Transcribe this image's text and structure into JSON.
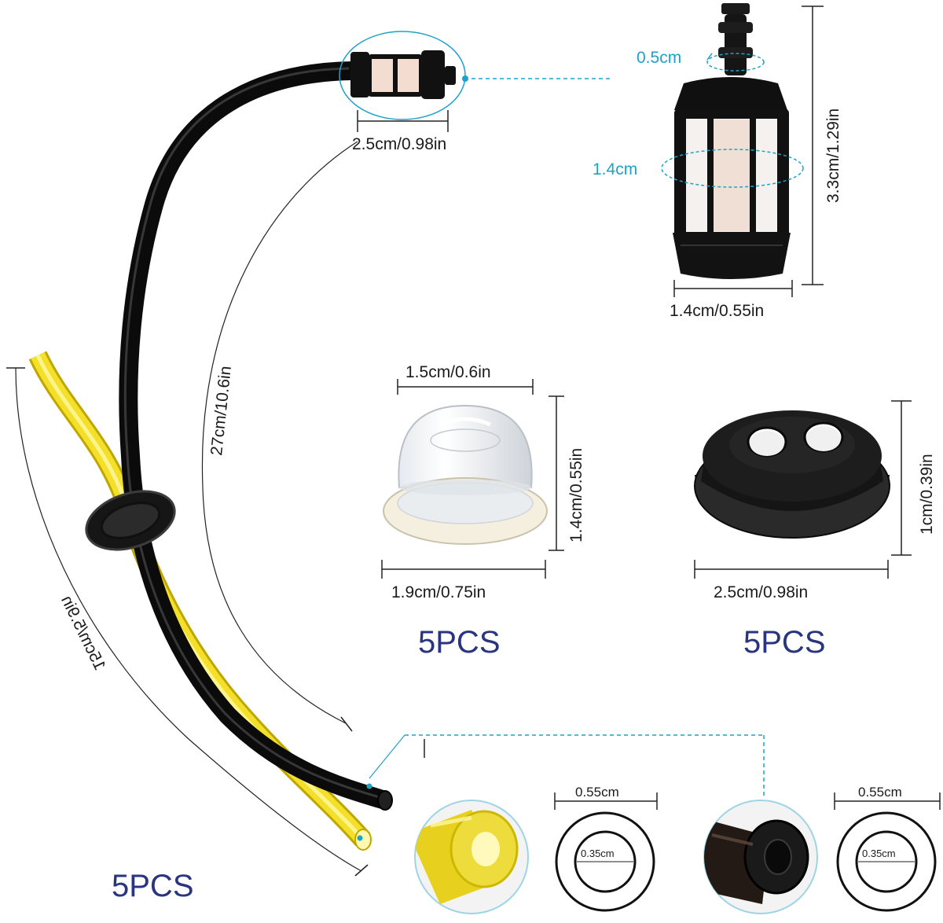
{
  "colors": {
    "background": "#ffffff",
    "accent_blue": "#1ea3c8",
    "pcs_navy": "#2a3580",
    "black_hose": "#0d0d0d",
    "yellow_hose": "#f2de1a",
    "grommet": "#1c1c1c"
  },
  "filter_mount_length": "2.5cm/0.98in",
  "black_hose_length": "27cm/10.6in",
  "yellow_hose_length": "15cm/5.9in",
  "fuel_filter": {
    "barb_diameter": "0.5cm",
    "body_diameter": "1.4cm",
    "height": "3.3cm/1.29in",
    "base_width": "1.4cm/0.55in"
  },
  "primer_bulb": {
    "top_width": "1.5cm/0.6in",
    "height": "1.4cm/0.55in",
    "base_width": "1.9cm/0.75in",
    "quantity": "5PCS"
  },
  "grommet": {
    "height": "1cm/0.39in",
    "width": "2.5cm/0.98in",
    "quantity": "5PCS"
  },
  "fuel_line": {
    "quantity": "5PCS",
    "yellow_outer_diameter": "0.55cm",
    "yellow_inner_diameter": "0.35cm",
    "black_outer_diameter": "0.55cm",
    "black_inner_diameter": "0.35cm"
  }
}
